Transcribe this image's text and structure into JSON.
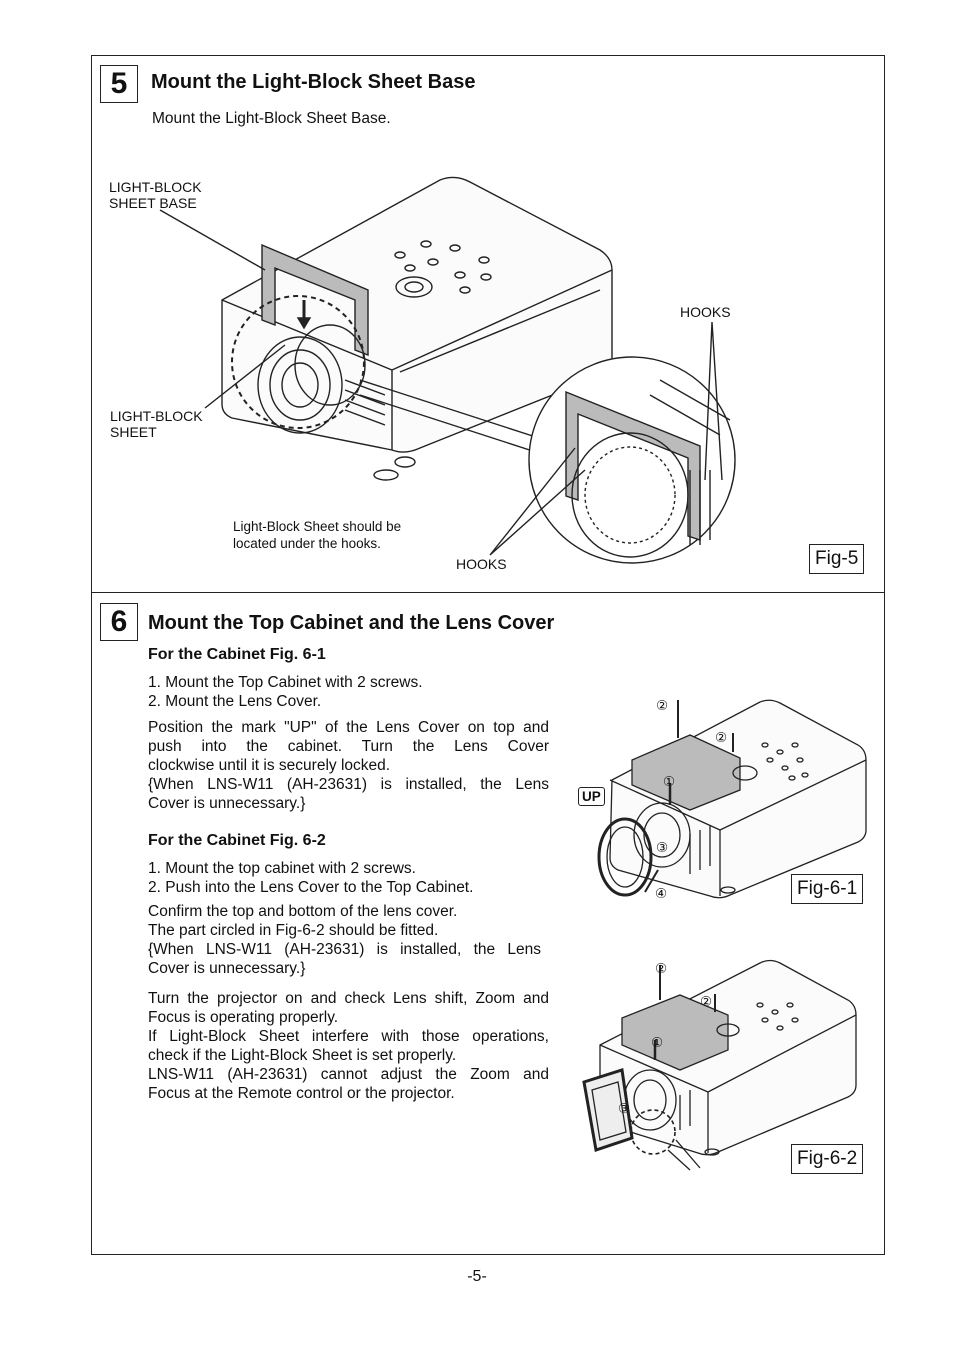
{
  "page_number": "-5-",
  "step5": {
    "number": "5",
    "title": "Mount the Light-Block Sheet Base",
    "intro": "Mount the Light-Block Sheet Base.",
    "labels": {
      "sheet_base_1": "LIGHT-BLOCK",
      "sheet_base_2": "SHEET BASE",
      "sheet_1": "LIGHT-BLOCK",
      "sheet_2": "SHEET",
      "hooks_top": "HOOKS",
      "hooks_bottom": "HOOKS",
      "note_1": "Light-Block Sheet should be",
      "note_2": "located under the hooks."
    },
    "fig": "Fig-5"
  },
  "step6": {
    "number": "6",
    "title": "Mount the Top Cabinet and the Lens Cover",
    "sub1": "For the Cabinet Fig. 6-1",
    "sub1_list": [
      "1. Mount the Top Cabinet with 2 screws.",
      "2. Mount the Lens Cover."
    ],
    "sub1_para": [
      "Position the mark \"UP\" of the Lens Cover on top and",
      "push into the cabinet. Turn the Lens Cover",
      "clockwise until it is securely locked.",
      "{When LNS-W11 (AH-23631) is installed, the Lens",
      "Cover is unnecessary.}"
    ],
    "sub2": "For the Cabinet Fig. 6-2",
    "sub2_list": [
      "1. Mount the top cabinet with 2 screws.",
      "2. Push into the Lens Cover to the Top Cabinet."
    ],
    "sub2_para": [
      "Confirm the top and bottom of the lens cover.",
      "The part circled in Fig-6-2 should be fitted.",
      "{When LNS-W11 (AH-23631) is installed, the Lens",
      "Cover is unnecessary.}"
    ],
    "final_para": [
      "Turn the projector on and check Lens shift, Zoom and",
      "Focus is operating properly.",
      "If Light-Block Sheet interfere with those operations,",
      "check if the Light-Block Sheet is set properly.",
      "LNS-W11 (AH-23631) cannot adjust the Zoom and",
      "Focus at the  Remote control or the projector."
    ],
    "fig1_marks": {
      "m1": "①",
      "m2a": "②",
      "m2b": "②",
      "m3": "③",
      "m4": "④",
      "up": "UP"
    },
    "fig2_marks": {
      "m1": "①",
      "m2a": "②",
      "m2b": "②",
      "m3": "③"
    },
    "fig1": "Fig-6-1",
    "fig2": "Fig-6-2"
  }
}
